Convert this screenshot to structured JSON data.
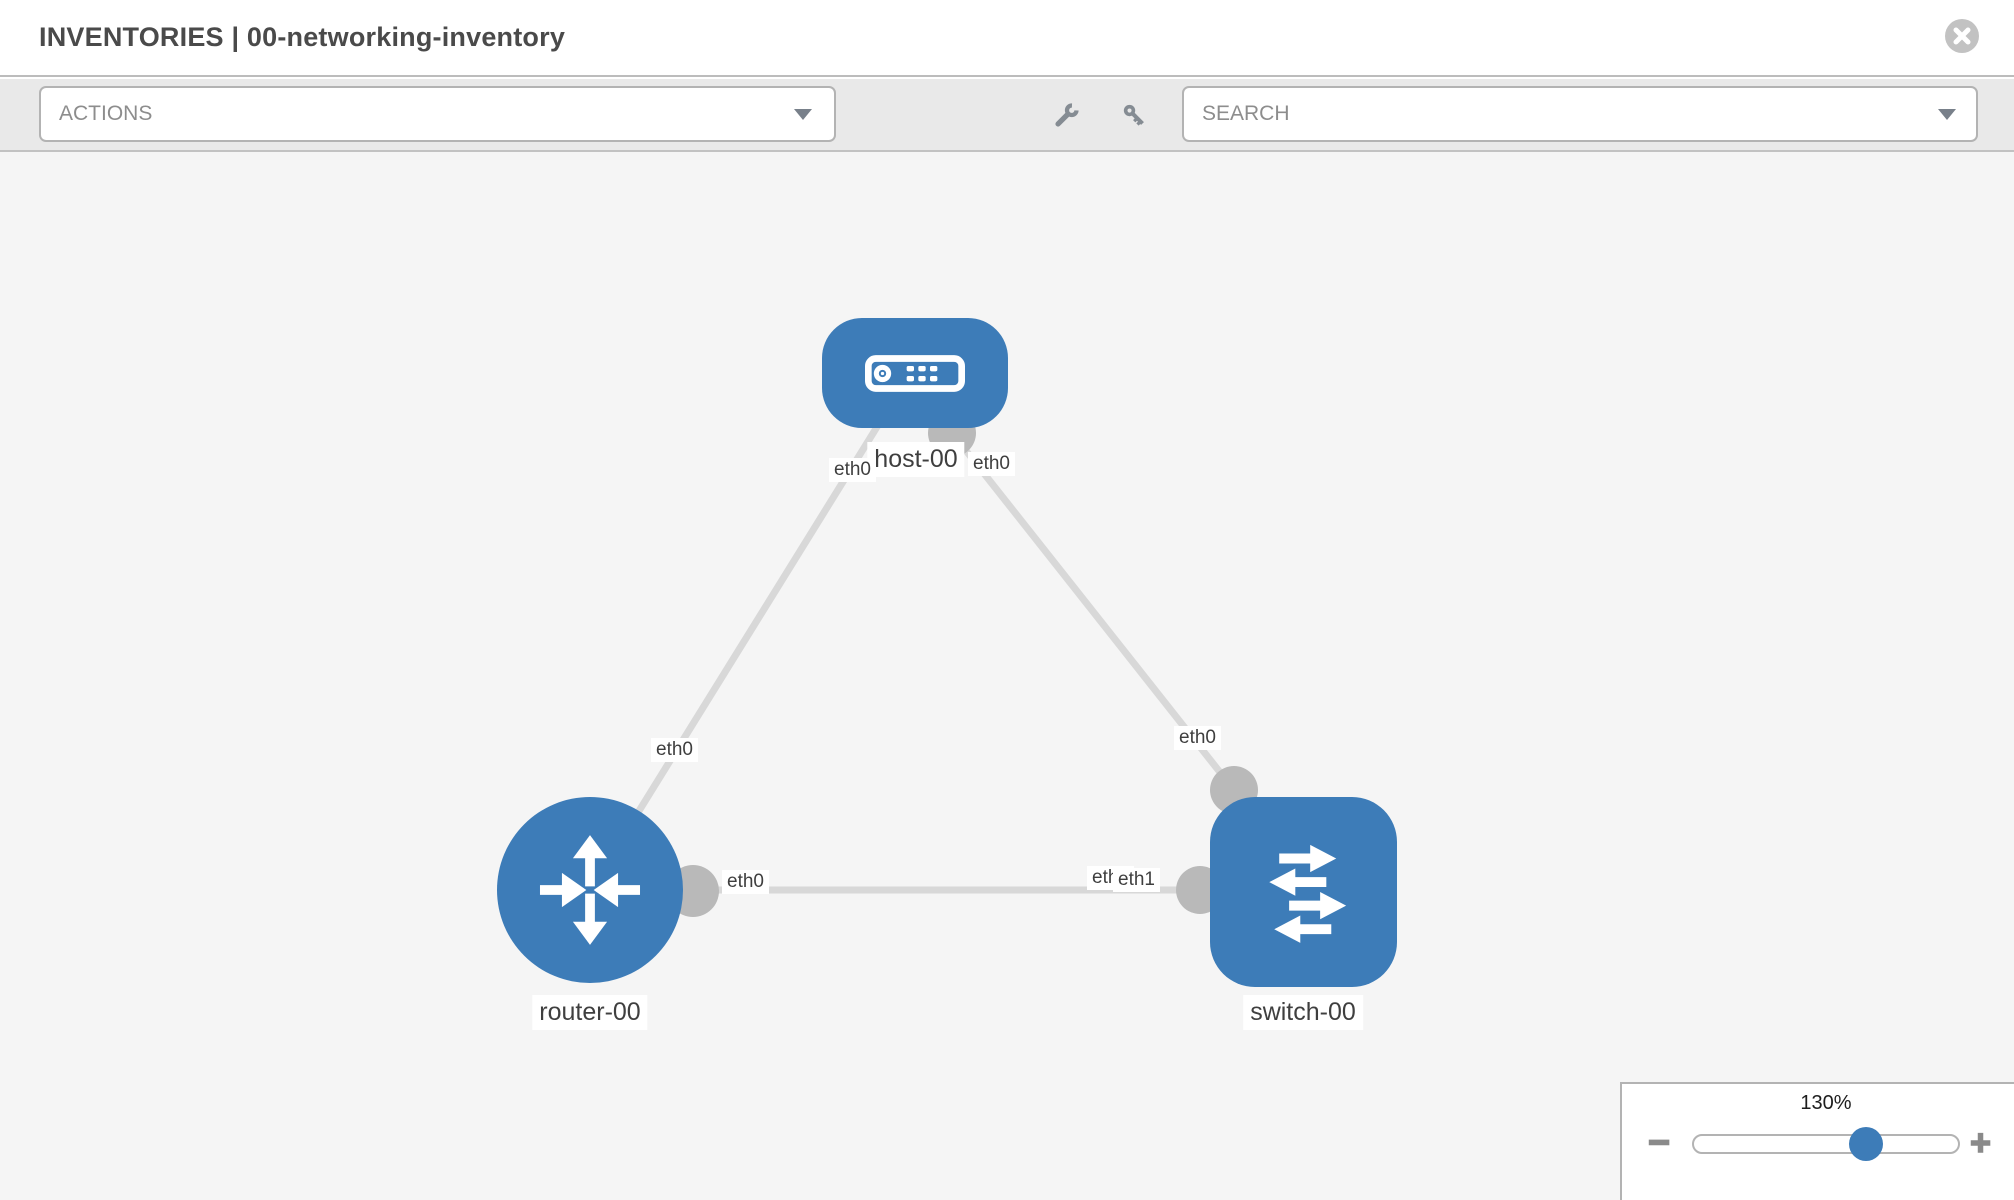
{
  "header": {
    "title": "INVENTORIES | 00-networking-inventory",
    "close_icon": "close-icon"
  },
  "toolbar": {
    "actions_label": "ACTIONS",
    "search_placeholder": "SEARCH",
    "wrench_icon": "wrench-icon",
    "key_icon": "key-icon"
  },
  "diagram": {
    "nodes": [
      {
        "id": "host-00",
        "type": "host",
        "label": "host-00"
      },
      {
        "id": "router-00",
        "type": "router",
        "label": "router-00"
      },
      {
        "id": "switch-00",
        "type": "switch",
        "label": "switch-00"
      }
    ],
    "links": [
      {
        "from": "host-00",
        "to": "router-00",
        "from_interface": "eth0",
        "to_interface": "eth0"
      },
      {
        "from": "host-00",
        "to": "switch-00",
        "from_interface": "eth0",
        "to_interface": "eth0"
      },
      {
        "from": "router-00",
        "to": "switch-00",
        "from_interface": "eth0",
        "to_interface": "eth1",
        "to_interface_hidden": "eth0"
      }
    ]
  },
  "zoom_control": {
    "value": "130%",
    "zoom_out_label": "−",
    "zoom_in_label": "+"
  },
  "colors": {
    "node_blue": "#3d7cb8",
    "link_gray": "#d8d8d8",
    "dot_gray": "#b9b9b9",
    "canvas_bg": "#f5f5f5",
    "toolbar_bg": "#e9e9e9",
    "border_gray": "#b3b3b3"
  }
}
